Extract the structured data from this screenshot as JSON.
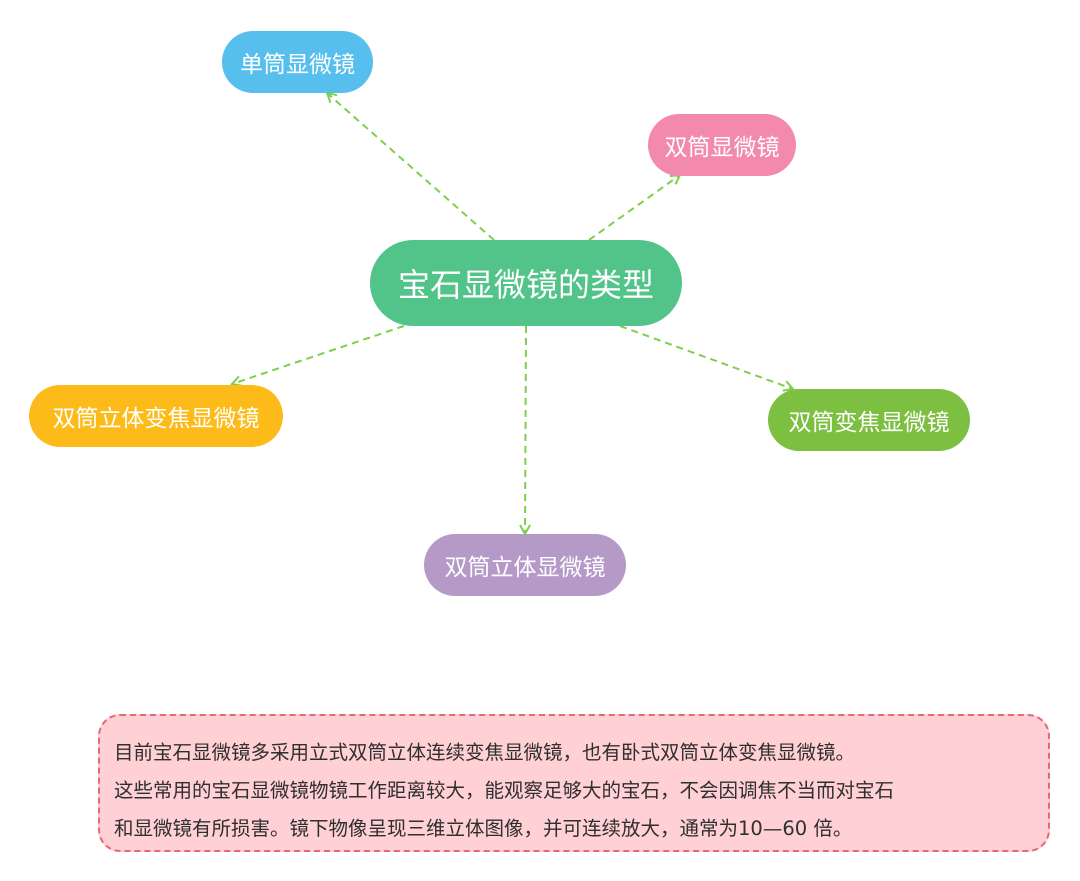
{
  "diagram": {
    "center": {
      "label": "宝石显微镜的类型",
      "color": "#52c389"
    },
    "nodes": [
      {
        "id": "mono",
        "label": "单筒显微镜",
        "color": "#56bfee"
      },
      {
        "id": "bino",
        "label": "双筒显微镜",
        "color": "#f389ac"
      },
      {
        "id": "stereo_zoom",
        "label": "双筒立体变焦显微镜",
        "color": "#fdbb1a"
      },
      {
        "id": "bino_zoom",
        "label": "双筒变焦显微镜",
        "color": "#7cbf41"
      },
      {
        "id": "stereo",
        "label": "双筒立体显微镜",
        "color": "#b59ac8"
      }
    ],
    "edge_color": "#7ecf4b",
    "edges": [
      {
        "from": "center",
        "to": "mono"
      },
      {
        "from": "center",
        "to": "bino"
      },
      {
        "from": "center",
        "to": "stereo_zoom"
      },
      {
        "from": "center",
        "to": "bino_zoom"
      },
      {
        "from": "center",
        "to": "stereo"
      }
    ]
  },
  "note": {
    "lines": [
      "目前宝石显微镜多采用立式双筒立体连续变焦显微镜，也有卧式双筒立体变焦显微镜。",
      "这些常用的宝石显微镜物镜工作距离较大，能观察足够大的宝石，不会因调焦不当而对宝石",
      "和显微镜有所损害。镜下物像呈现三维立体图像，并可连续放大，通常为10—60 倍。"
    ],
    "background": "#ffd0d4",
    "border_color": "#e0697a"
  }
}
